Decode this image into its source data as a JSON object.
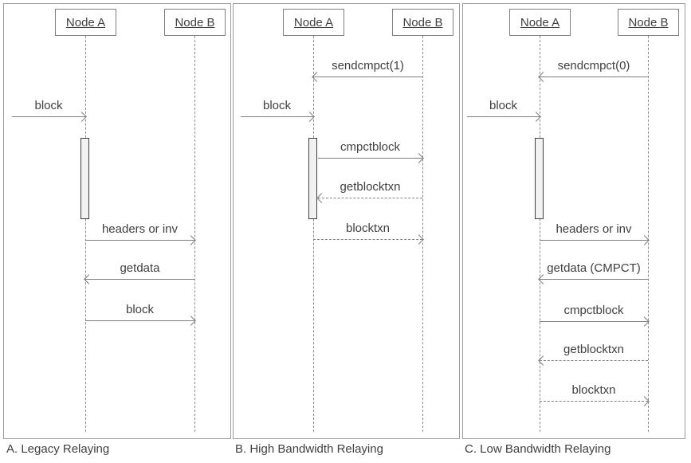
{
  "diagram": {
    "kind": "sequence-diagram",
    "topic": "Compact block relay protocols"
  },
  "colors": {
    "line": "#7f7f7f",
    "text": "#404040",
    "panel_border": "#9b9b9b",
    "node_border": "#7f7f7f",
    "activation_fill": "#f2f2f2",
    "activation_border": "#3f3f3f",
    "background": "#ffffff"
  },
  "panels": [
    {
      "caption": "A. Legacy Relaying",
      "node_a": "Node A",
      "node_b": "Node B",
      "messages": [
        {
          "label": "block",
          "from": "external",
          "to": "Node A",
          "style": "solid"
        },
        {
          "label": "headers or inv",
          "from": "Node A",
          "to": "Node B",
          "style": "solid"
        },
        {
          "label": "getdata",
          "from": "Node B",
          "to": "Node A",
          "style": "solid"
        },
        {
          "label": "block",
          "from": "Node A",
          "to": "Node B",
          "style": "solid"
        }
      ]
    },
    {
      "caption": "B. High Bandwidth Relaying",
      "node_a": "Node A",
      "node_b": "Node B",
      "messages": [
        {
          "label": "sendcmpct(1)",
          "from": "Node B",
          "to": "Node A",
          "style": "solid"
        },
        {
          "label": "block",
          "from": "external",
          "to": "Node A",
          "style": "solid"
        },
        {
          "label": "cmpctblock",
          "from": "Node A",
          "to": "Node B",
          "style": "solid"
        },
        {
          "label": "getblocktxn",
          "from": "Node B",
          "to": "Node A",
          "style": "dashed"
        },
        {
          "label": "blocktxn",
          "from": "Node A",
          "to": "Node B",
          "style": "dashed"
        }
      ]
    },
    {
      "caption": "C. Low Bandwidth Relaying",
      "node_a": "Node A",
      "node_b": "Node B",
      "messages": [
        {
          "label": "sendcmpct(0)",
          "from": "Node B",
          "to": "Node A",
          "style": "solid"
        },
        {
          "label": "block",
          "from": "external",
          "to": "Node A",
          "style": "solid"
        },
        {
          "label": "headers or inv",
          "from": "Node A",
          "to": "Node B",
          "style": "solid"
        },
        {
          "label": "getdata (CMPCT)",
          "from": "Node B",
          "to": "Node A",
          "style": "solid"
        },
        {
          "label": "cmpctblock",
          "from": "Node A",
          "to": "Node B",
          "style": "solid"
        },
        {
          "label": "getblocktxn",
          "from": "Node B",
          "to": "Node A",
          "style": "dashed"
        },
        {
          "label": "blocktxn",
          "from": "Node A",
          "to": "Node B",
          "style": "dashed"
        }
      ]
    }
  ]
}
